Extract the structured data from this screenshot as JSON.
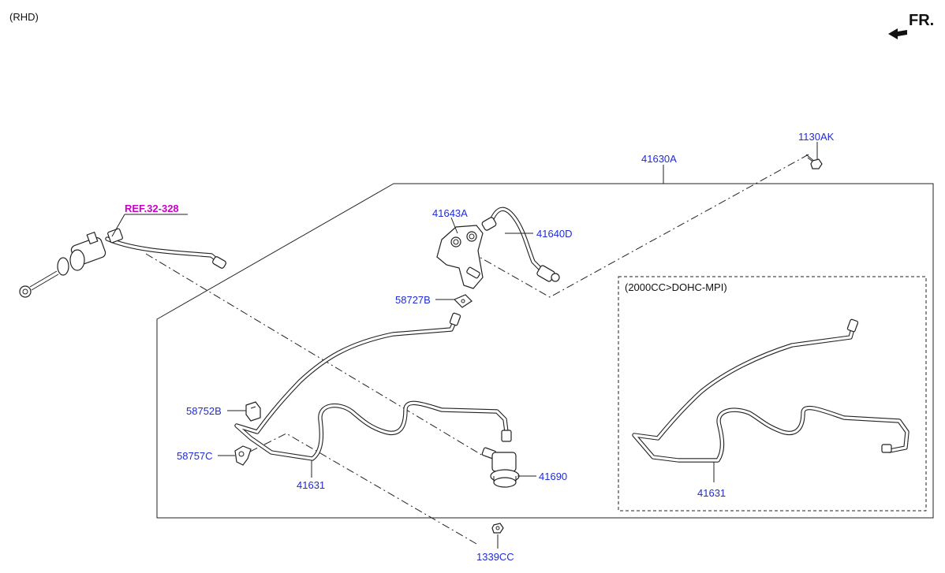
{
  "header": {
    "variant": "(RHD)",
    "direction": "FR."
  },
  "reference": "REF.32-328",
  "inset_title": "(2000CC>DOHC-MPI)",
  "parts": {
    "p1130AK": "1130AK",
    "p41630A": "41630A",
    "p41643A": "41643A",
    "p41640D": "41640D",
    "p58727B": "58727B",
    "p58752B": "58752B",
    "p58757C": "58757C",
    "p41631": "41631",
    "p41690": "41690",
    "p1339CC": "1339CC",
    "p41631_inset": "41631"
  },
  "colors": {
    "part_label": "#1f2bd6",
    "reference_label": "#c800c8",
    "line": "#222222"
  }
}
